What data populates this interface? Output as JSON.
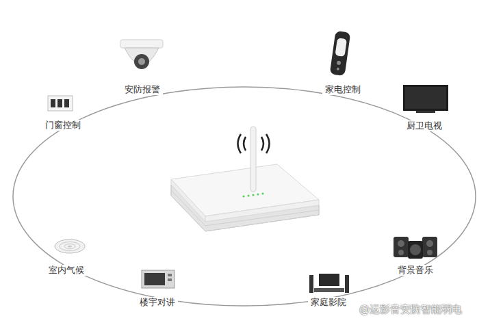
{
  "diagram": {
    "labels": [
      "安防报警",
      "家电控制",
      "门窗控制",
      "厨卫电视",
      "室内气候",
      "背景音乐",
      "楼宇对讲",
      "家庭影院",
      "@运影音安防智能弱电"
    ]
  }
}
